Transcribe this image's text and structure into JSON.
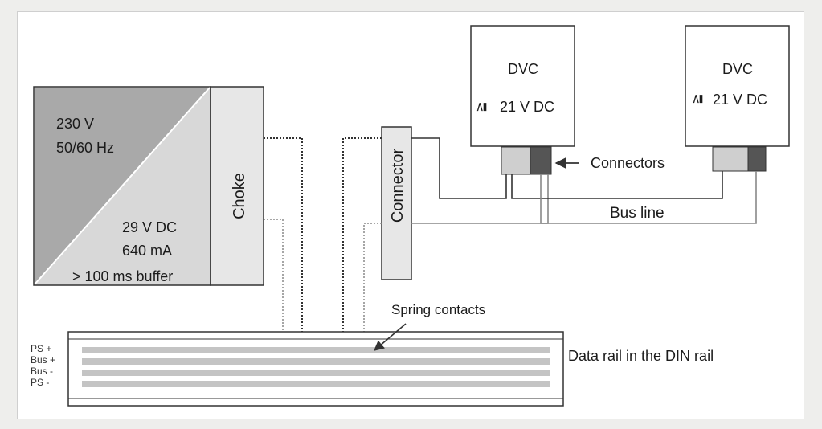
{
  "colors": {
    "power_dark": "#a9a9a9",
    "power_light": "#d8d8d8",
    "box_fill": "#e7e7e7",
    "rail_stripe": "#c4c4c4",
    "connector_dark": "#555555",
    "connector_light": "#cfcfcf",
    "line": "#333333"
  },
  "power_supply": {
    "input_voltage": "230 V",
    "input_freq": "50/60 Hz",
    "output_voltage": "29 V DC",
    "output_current": "640 mA",
    "buffer": "> 100 ms buffer"
  },
  "choke": {
    "label": "Choke"
  },
  "connector": {
    "label": "Connector"
  },
  "dvc_left": {
    "title": "DVC",
    "voltage_symbol": "≧",
    "voltage": "21 V DC"
  },
  "dvc_right": {
    "title": "DVC",
    "voltage_symbol": "≧",
    "voltage": "21 V DC"
  },
  "labels": {
    "connectors": "Connectors",
    "bus_line": "Bus line",
    "spring_contacts": "Spring contacts",
    "data_rail": "Data rail in the DIN rail"
  },
  "rail_lines": [
    "PS +",
    "Bus +",
    "Bus -",
    "PS -"
  ]
}
